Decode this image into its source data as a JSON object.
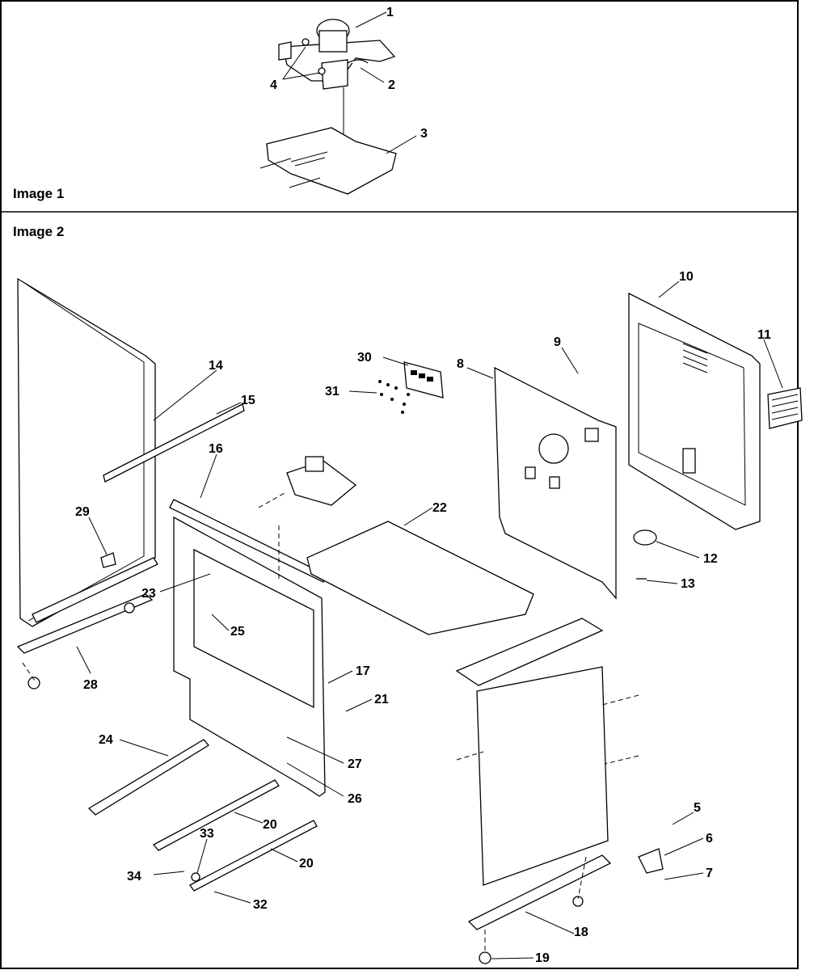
{
  "panels": [
    {
      "label": "Image 1"
    },
    {
      "label": "Image 2"
    }
  ],
  "callouts": {
    "c1": "1",
    "c2": "2",
    "c3": "3",
    "c4": "4",
    "c5": "5",
    "c6": "6",
    "c7": "7",
    "c8": "8",
    "c9": "9",
    "c10": "10",
    "c11": "11",
    "c12": "12",
    "c13": "13",
    "c14": "14",
    "c15": "15",
    "c16": "16",
    "c17": "17",
    "c18": "18",
    "c19": "19",
    "c20a": "20",
    "c20b": "20",
    "c21": "21",
    "c22": "22",
    "c23": "23",
    "c24": "24",
    "c25": "25",
    "c26": "26",
    "c27": "27",
    "c28": "28",
    "c29": "29",
    "c30": "30",
    "c31": "31",
    "c32": "32",
    "c33": "33",
    "c34": "34"
  }
}
